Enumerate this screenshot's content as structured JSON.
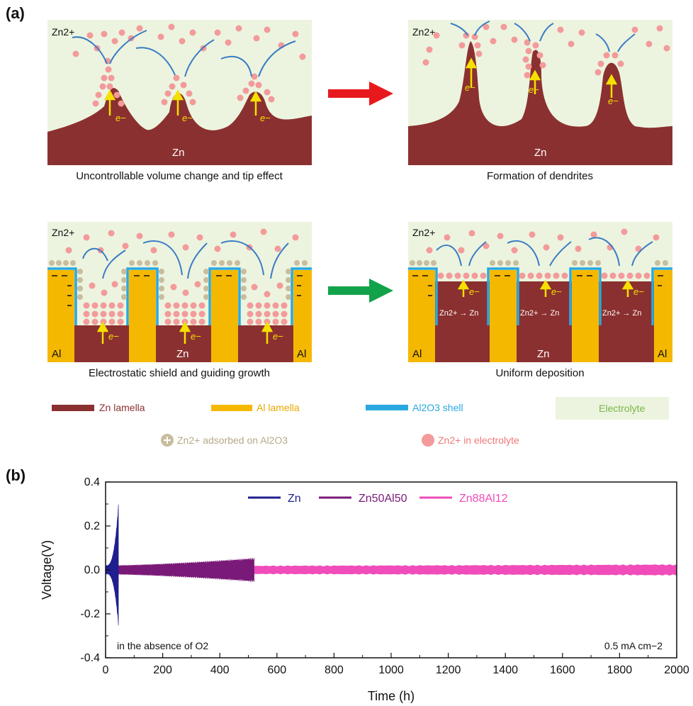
{
  "panel_a": {
    "label": "(a)",
    "colors": {
      "zinc": "#8b3030",
      "aluminum": "#f5b800",
      "shell": "#29a8e0",
      "electrolyte": "#ecf4df",
      "ion": "#f39a9a",
      "adsorbed": "#c8bd9e",
      "electron_arrow": "#f5e000",
      "red_arrow": "#e8191d",
      "green_arrow": "#12a34a",
      "flow_arrow": "#3a7cc4"
    },
    "panels": [
      {
        "ion_label": "Zn2+",
        "electron_label": "e−",
        "substrate_label": "Zn",
        "caption": "Uncontrollable volume change and tip effect"
      },
      {
        "ion_label": "Zn2+",
        "electron_label": "e−",
        "substrate_label": "Zn",
        "caption": "Formation of dendrites"
      },
      {
        "ion_label": "Zn2+",
        "electron_label": "e−",
        "substrate_label": "Zn",
        "al_label": "Al",
        "caption": "Electrostatic shield and guiding growth"
      },
      {
        "ion_label": "Zn2+",
        "electron_label": "e−",
        "substrate_label": "Zn",
        "al_label": "Al",
        "reaction": "Zn2+ → Zn",
        "caption": "Uniform deposition"
      }
    ],
    "legend": {
      "zn_lamella": "Zn lamella",
      "al_lamella": "Al lamella",
      "shell": "Al2O3 shell",
      "electrolyte": "Electrolyte",
      "adsorbed": "Zn2+ adsorbed on Al2O3",
      "in_electrolyte": "Zn2+ in electrolyte"
    }
  },
  "panel_b": {
    "label": "(b)"
  },
  "chart_data": {
    "type": "line",
    "xlabel": "Time (h)",
    "ylabel": "Voltage(V)",
    "xlim": [
      0,
      2000
    ],
    "ylim": [
      -0.4,
      0.4
    ],
    "x_ticks": [
      0,
      200,
      400,
      600,
      800,
      1000,
      1200,
      1400,
      1600,
      1800,
      2000
    ],
    "y_ticks": [
      "0.4",
      "0.2",
      "0.0",
      "-0.2",
      "-0.4"
    ],
    "legend_position": "top-center",
    "annotations": [
      "in the absence of O2",
      "0.5 mA cm−2"
    ],
    "series": [
      {
        "name": "Zn",
        "color": "#1f1f8f",
        "t_end": 45,
        "amplitude_start": 0.02,
        "amplitude_end": 0.3
      },
      {
        "name": "Zn50Al50",
        "color": "#7a1a78",
        "t_end": 520,
        "amplitude_start": 0.02,
        "amplitude_end": 0.055
      },
      {
        "name": "Zn88Al12",
        "color": "#f04cba",
        "t_end": 2000,
        "amplitude_start": 0.018,
        "amplitude_end": 0.025
      }
    ]
  }
}
